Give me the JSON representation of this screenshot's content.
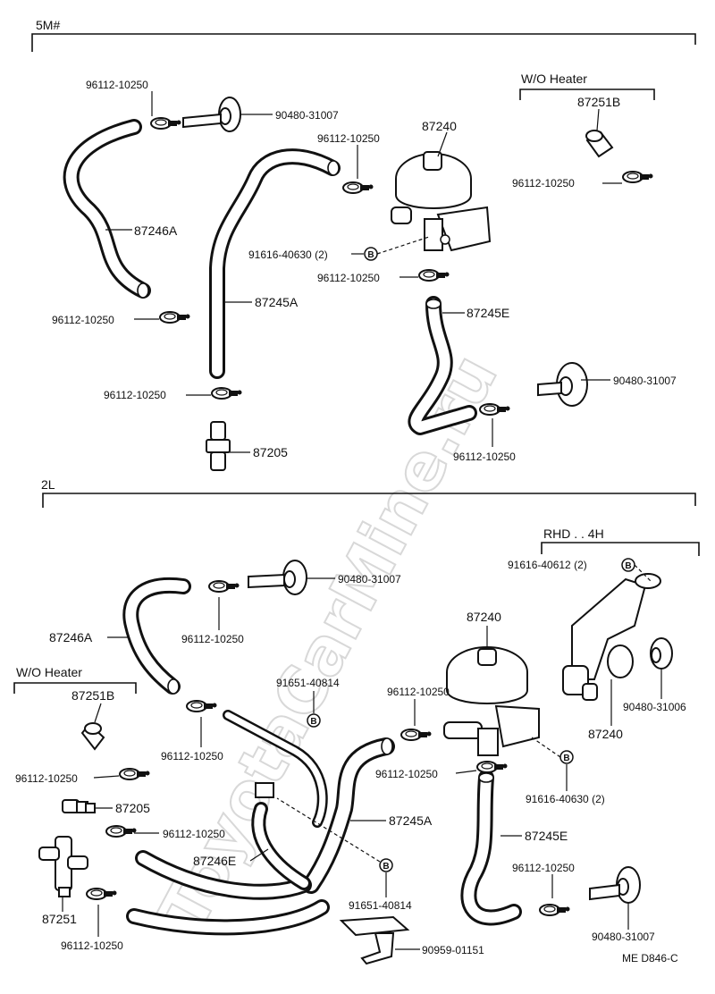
{
  "sections": {
    "top": "5M#",
    "bottom": "2L",
    "top_wo_heater": "W/O  Heater",
    "bottom_wo_heater": "W/O  Heater",
    "rhd": "RHD . . 4H"
  },
  "labels": {
    "t_clamp_top": "96112-10250",
    "t_plug_top": "90480-31007",
    "t_87240": "87240",
    "t_87251B": "87251B",
    "t_clamp_mid": "96112-10250",
    "t_clamp_right": "96112-10250",
    "t_87246A": "87246A",
    "t_bolt": "91616-40630 (2)",
    "t_clamp_valve": "96112-10250",
    "t_87245A": "87245A",
    "t_87245E": "87245E",
    "t_clamp_left": "96112-10250",
    "t_plug_right": "90480-31007",
    "t_clamp_bottom": "96112-10250",
    "t_87205": "87205",
    "t_clamp_low": "96112-10250",
    "b_bolt_rhd": "91616-40612 (2)",
    "b_plug_top": "90480-31007",
    "b_87246A": "87246A",
    "b_clamp_top": "96112-10250",
    "b_87240": "87240",
    "b_87251B": "87251B",
    "b_91651_top": "91651-40814",
    "b_clamp_valve": "96112-10250",
    "b_plug_rhd": "90480-31006",
    "b_87240_rhd": "87240",
    "b_clamp_mid": "96112-10250",
    "b_clamp_left": "96112-10250",
    "b_clamp_v2": "96112-10250",
    "b_bolt_valve": "91616-40630 (2)",
    "b_87205": "87205",
    "b_clamp_87205": "96112-10250",
    "b_87245A": "87245A",
    "b_87245E": "87245E",
    "b_87246E": "87246E",
    "b_clamp_right": "96112-10250",
    "b_91651_bot": "91651-40814",
    "b_87251": "87251",
    "b_clamp_bl": "96112-10250",
    "b_90959": "90959-01151",
    "b_plug_br": "90480-31007",
    "code": "ME  D846-C"
  },
  "watermark": "ToyotaCarMine.ru"
}
